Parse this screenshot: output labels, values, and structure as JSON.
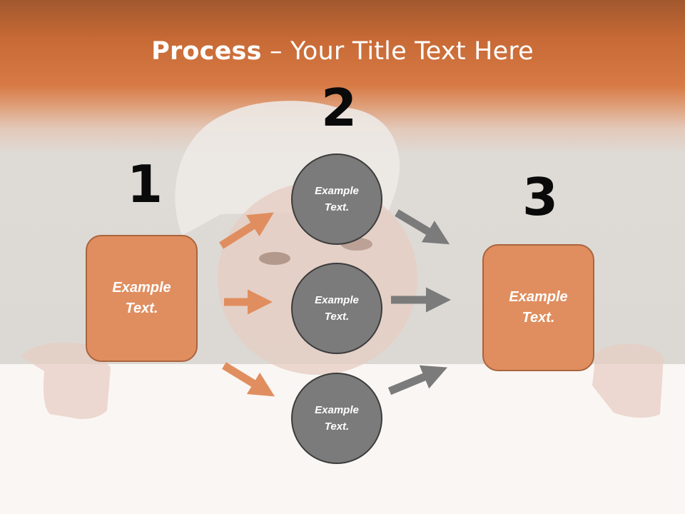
{
  "title": {
    "bold": "Process",
    "rest": " – Your Title Text Here"
  },
  "steps": [
    {
      "number": "1",
      "label": "Example Text."
    },
    {
      "number": "2",
      "label": "Example Text."
    },
    {
      "number": "3",
      "label": "Example Text."
    }
  ],
  "circles": [
    {
      "label": "Example Text."
    },
    {
      "label": "Example Text."
    },
    {
      "label": "Example Text."
    }
  ],
  "colors": {
    "header": "#c76a36",
    "box": "#e08e5f",
    "circle": "#7b7b7b",
    "arrow_left": "#e08e5f",
    "arrow_right": "#7b7b7b"
  }
}
